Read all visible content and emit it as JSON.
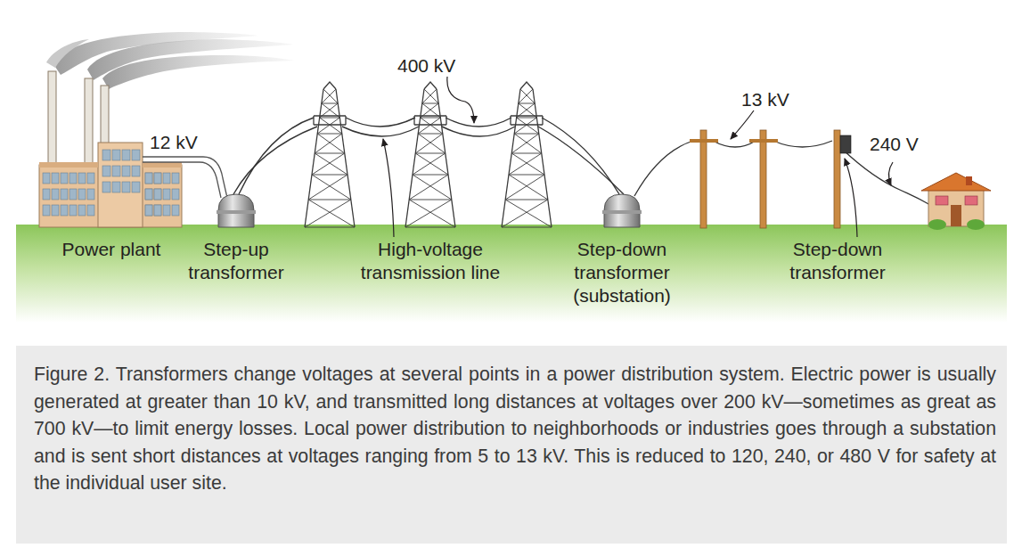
{
  "diagram": {
    "caption": "Figure 2. Transformers change voltages at several points in a power distribution system. Electric power is usually generated at greater than 10 kV, and transmitted long distances at voltages over 200 kV—sometimes as great as 700 kV—to limit energy losses. Local power distribution to neighborhoods or industries goes through a substation and is sent short distances at voltages ranging from 5 to 13 kV. This is reduced to 120, 240, or 480 V for safety at the individual user site.",
    "labels": [
      "12 kV",
      "400 kV",
      "13 kV",
      "240 V",
      "Power plant",
      "Step-up transformer",
      "High-voltage transmission line",
      "Step-down transformer (substation)",
      "Step-down transformer"
    ]
  }
}
